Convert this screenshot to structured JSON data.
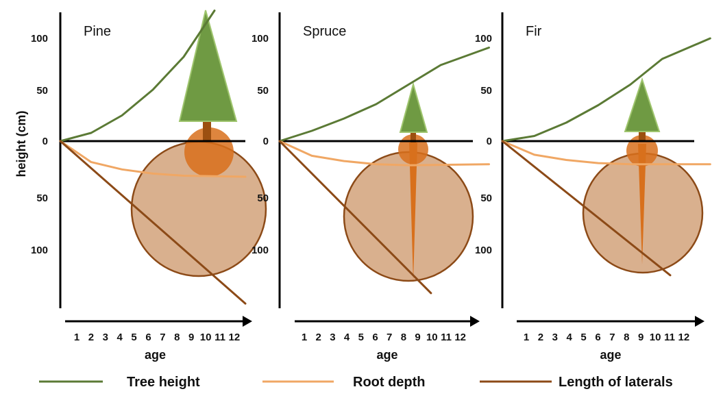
{
  "chart_data": {
    "type": "line",
    "ylabel": "height (cm)",
    "xlabel": "age",
    "x": [
      1,
      2,
      3,
      4,
      5,
      6,
      7,
      8,
      9,
      10,
      11,
      12
    ],
    "above_ticks": [
      0,
      50,
      100
    ],
    "below_ticks": [
      0,
      50,
      100
    ],
    "legend": [
      {
        "name": "Tree height",
        "color": "#5b7a35"
      },
      {
        "name": "Root depth",
        "color": "#f0a764"
      },
      {
        "name": "Length of laterals",
        "color": "#8c4a17"
      }
    ],
    "colors": {
      "crown": "#6f9a43",
      "crown_edge": "#9fc56e",
      "trunk": "#9c4f10",
      "root_zone": "#d9b08e",
      "root_zone_edge": "#8c4a17",
      "root_core": "#d8701c"
    },
    "panels": [
      {
        "title": "Pine",
        "tree_height": [
          [
            0,
            0
          ],
          [
            2,
            8
          ],
          [
            4,
            25
          ],
          [
            6,
            50
          ],
          [
            8,
            82
          ],
          [
            10,
            127
          ]
        ],
        "root_depth": [
          [
            0,
            0
          ],
          [
            2,
            20
          ],
          [
            4,
            27
          ],
          [
            6,
            31
          ],
          [
            8,
            33
          ],
          [
            12,
            34
          ]
        ],
        "length_of_laterals": [
          [
            0,
            0
          ],
          [
            12,
            155
          ]
        ]
      },
      {
        "title": "Spruce",
        "tree_height": [
          [
            0,
            0
          ],
          [
            2,
            10
          ],
          [
            4,
            22
          ],
          [
            6,
            36
          ],
          [
            8,
            55
          ],
          [
            10,
            74
          ],
          [
            13,
            91
          ]
        ],
        "root_depth": [
          [
            0,
            0
          ],
          [
            2,
            14
          ],
          [
            4,
            19
          ],
          [
            6,
            22
          ],
          [
            8,
            23
          ],
          [
            13,
            22
          ]
        ],
        "length_of_laterals": [
          [
            0,
            0
          ],
          [
            9.4,
            145
          ]
        ]
      },
      {
        "title": "Fir",
        "tree_height": [
          [
            0,
            0
          ],
          [
            2,
            5
          ],
          [
            4,
            18
          ],
          [
            6,
            35
          ],
          [
            8,
            55
          ],
          [
            10,
            80
          ],
          [
            13,
            100
          ]
        ],
        "root_depth": [
          [
            0,
            0
          ],
          [
            2,
            13
          ],
          [
            4,
            18
          ],
          [
            6,
            21
          ],
          [
            8,
            22
          ],
          [
            13,
            22
          ]
        ],
        "length_of_laterals": [
          [
            0,
            0
          ],
          [
            10.5,
            128
          ]
        ]
      }
    ]
  }
}
